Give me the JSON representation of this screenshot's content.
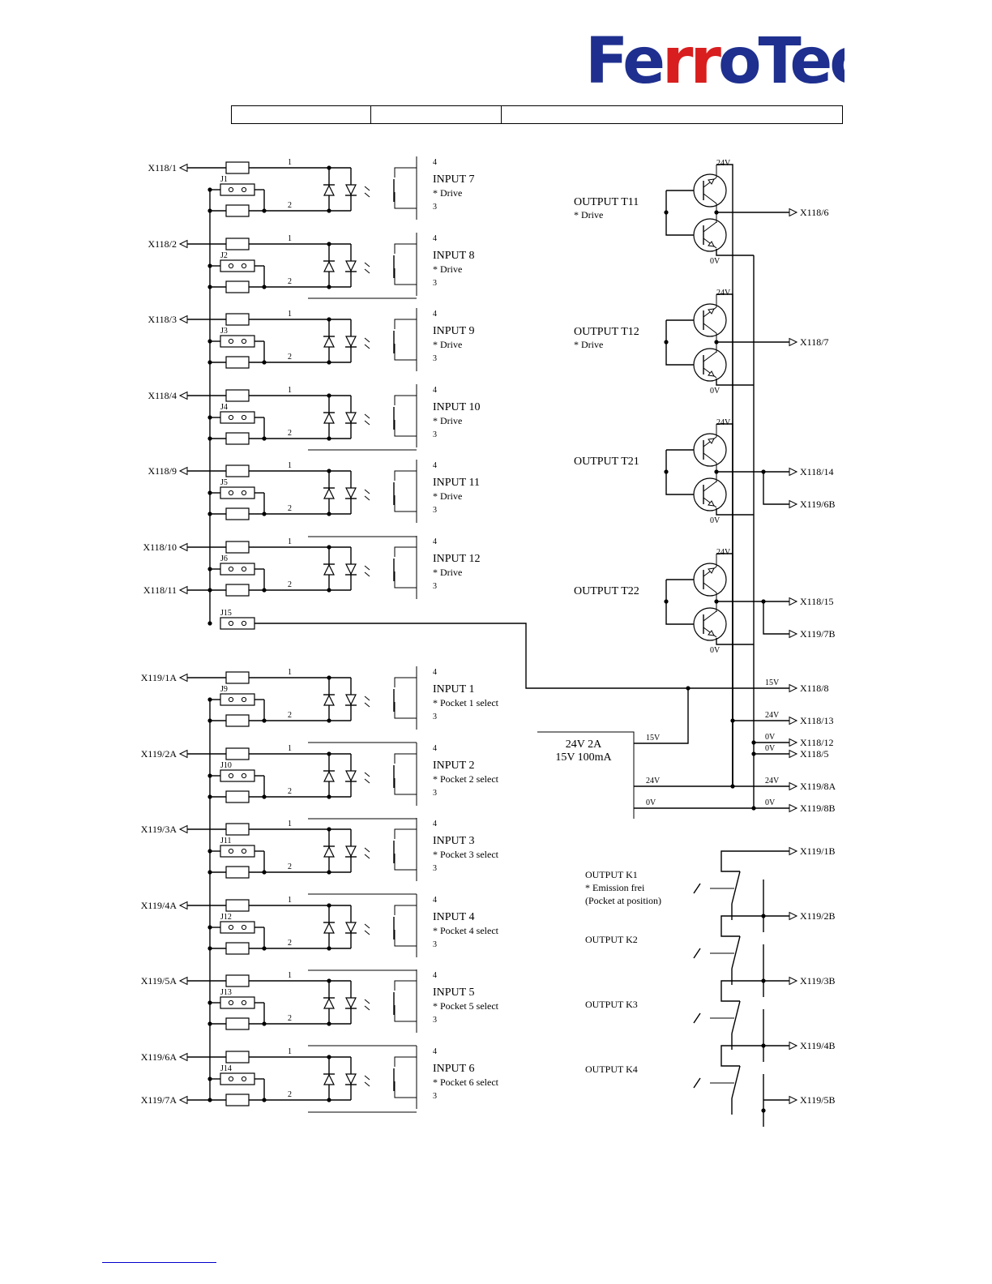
{
  "brand": {
    "logo_text": "FerroTec",
    "logo_color": "#1e2f8f",
    "accent_color": "#d81e1e"
  },
  "schematic": {
    "inputs_upper": [
      {
        "pin1": "1",
        "pin2": "2",
        "pin3": "3",
        "pin4": "4",
        "connector": "X118/1",
        "jumper": "J1",
        "name": "INPUT 7",
        "func": "* Drive"
      },
      {
        "pin1": "1",
        "pin2": "2",
        "pin3": "3",
        "pin4": "4",
        "connector": "X118/2",
        "jumper": "J2",
        "name": "INPUT 8",
        "func": "* Drive"
      },
      {
        "pin1": "1",
        "pin2": "2",
        "pin3": "3",
        "pin4": "4",
        "connector": "X118/3",
        "jumper": "J3",
        "name": "INPUT 9",
        "func": "* Drive"
      },
      {
        "pin1": "1",
        "pin2": "2",
        "pin3": "3",
        "pin4": "4",
        "connector": "X118/4",
        "jumper": "J4",
        "name": "INPUT 10",
        "func": "* Drive"
      },
      {
        "pin1": "1",
        "pin2": "2",
        "pin3": "3",
        "pin4": "4",
        "connector": "X118/9",
        "jumper": "J5",
        "name": "INPUT 11",
        "func": "* Drive"
      },
      {
        "pin1": "1",
        "pin2": "2",
        "pin3": "3",
        "pin4": "4",
        "connector": "X118/10",
        "jumper": "J6",
        "name": "INPUT 12",
        "func": "* Drive"
      }
    ],
    "upper_return": "X118/11",
    "jumper_j15": "J15",
    "inputs_lower": [
      {
        "pin1": "1",
        "pin2": "2",
        "pin3": "3",
        "pin4": "4",
        "connector": "X119/1A",
        "jumper": "J9",
        "name": "INPUT 1",
        "func": "* Pocket 1 select"
      },
      {
        "pin1": "1",
        "pin2": "2",
        "pin3": "3",
        "pin4": "4",
        "connector": "X119/2A",
        "jumper": "J10",
        "name": "INPUT 2",
        "func": "* Pocket 2 select"
      },
      {
        "pin1": "1",
        "pin2": "2",
        "pin3": "3",
        "pin4": "4",
        "connector": "X119/3A",
        "jumper": "J11",
        "name": "INPUT 3",
        "func": "* Pocket 3 select"
      },
      {
        "pin1": "1",
        "pin2": "2",
        "pin3": "3",
        "pin4": "4",
        "connector": "X119/4A",
        "jumper": "J12",
        "name": "INPUT 4",
        "func": "* Pocket 4 select"
      },
      {
        "pin1": "1",
        "pin2": "2",
        "pin3": "3",
        "pin4": "4",
        "connector": "X119/5A",
        "jumper": "J13",
        "name": "INPUT 5",
        "func": "* Pocket 5 select"
      },
      {
        "pin1": "1",
        "pin2": "2",
        "pin3": "3",
        "pin4": "4",
        "connector": "X119/6A",
        "jumper": "J14",
        "name": "INPUT 6",
        "func": "* Pocket 6 select"
      }
    ],
    "lower_return": "X119/7A",
    "outputs_t": [
      {
        "name": "OUTPUT T11",
        "func": "* Drive",
        "v_top": "24V",
        "v_bot": "0V",
        "connector": "X118/6",
        "connector2": ""
      },
      {
        "name": "OUTPUT T12",
        "func": "* Drive",
        "v_top": "24V",
        "v_bot": "0V",
        "connector": "X118/7",
        "connector2": ""
      },
      {
        "name": "OUTPUT T21",
        "func": "",
        "v_top": "24V",
        "v_bot": "0V",
        "connector": "X118/14",
        "connector2": "X119/6B"
      },
      {
        "name": "OUTPUT T22",
        "func": "",
        "v_top": "24V",
        "v_bot": "0V",
        "connector": "X118/15",
        "connector2": "X119/7B"
      }
    ],
    "supply": {
      "line1": "24V 2A",
      "line2": "15V 100mA",
      "rail_15v": "15V",
      "rail_24v": "24V",
      "rail_0v": "0V",
      "terminals": [
        {
          "volt": "15V",
          "connector": "X118/8"
        },
        {
          "volt": "24V",
          "connector": "X118/13"
        },
        {
          "volt": "0V",
          "connector": "X118/12"
        },
        {
          "volt": "0V",
          "connector": "X118/5"
        },
        {
          "volt": "24V",
          "connector": "X119/8A"
        },
        {
          "volt": "0V",
          "connector": "X119/8B"
        }
      ]
    },
    "outputs_k": [
      {
        "line1": "OUTPUT K1",
        "line2": "* Emission frei",
        "line3": "(Pocket at position)"
      },
      {
        "line1": "OUTPUT K2",
        "line2": "",
        "line3": ""
      },
      {
        "line1": "OUTPUT K3",
        "line2": "",
        "line3": ""
      },
      {
        "line1": "OUTPUT K4",
        "line2": "",
        "line3": ""
      }
    ],
    "relay_terminals": [
      "X119/1B",
      "X119/2B",
      "X119/3B",
      "X119/4B",
      "X119/5B"
    ]
  }
}
